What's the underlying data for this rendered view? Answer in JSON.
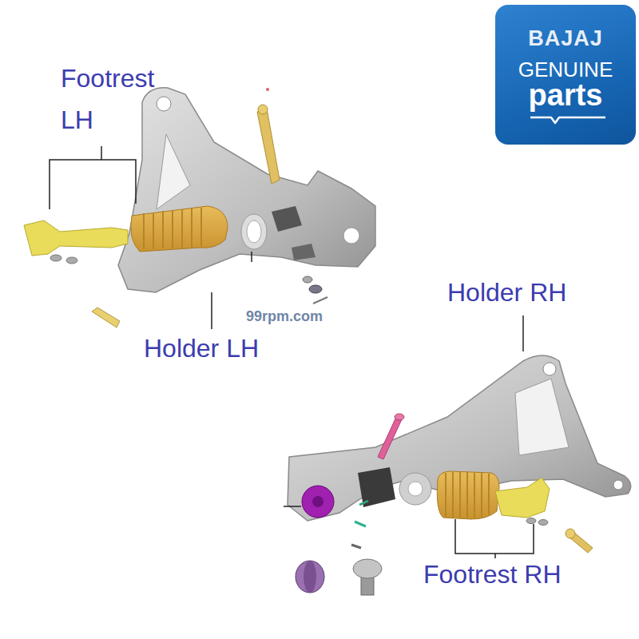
{
  "diagram": {
    "nodes": [
      {
        "text": [
          "BAJAJ",
          "GENUINE",
          "parts"
        ]
      }
    ],
    "labels": [
      "Footrest LH",
      "Holder LH",
      "99rpm.com",
      "Holder RH",
      "Footrest RH"
    ]
  }
}
